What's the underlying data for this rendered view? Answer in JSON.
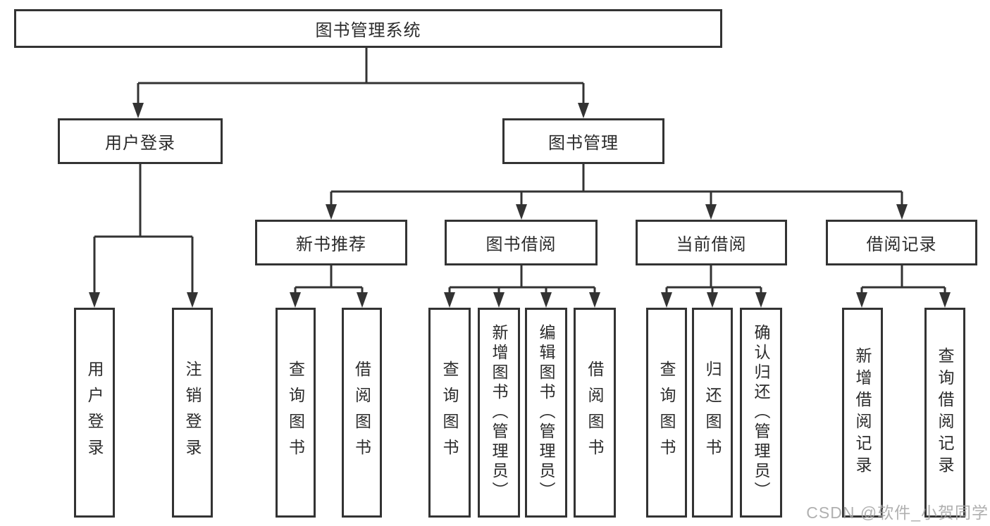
{
  "diagram": {
    "type": "hierarchy",
    "root": {
      "label": "图书管理系统"
    },
    "branches": [
      {
        "label": "用户登录",
        "children": [
          {
            "label": "用户登录"
          },
          {
            "label": "注销登录"
          }
        ]
      },
      {
        "label": "图书管理",
        "children": [
          {
            "label": "新书推荐",
            "children": [
              {
                "label": "查询图书"
              },
              {
                "label": "借阅图书"
              }
            ]
          },
          {
            "label": "图书借阅",
            "children": [
              {
                "label": "查询图书"
              },
              {
                "label": "新增图书（管理员）"
              },
              {
                "label": "编辑图书（管理员）"
              },
              {
                "label": "借阅图书"
              }
            ]
          },
          {
            "label": "当前借阅",
            "children": [
              {
                "label": "查询图书"
              },
              {
                "label": "归还图书"
              },
              {
                "label": "确认归还（管理员）"
              }
            ]
          },
          {
            "label": "借阅记录",
            "children": [
              {
                "label": "新增借阅记录"
              },
              {
                "label": "查询借阅记录"
              }
            ]
          }
        ]
      }
    ]
  },
  "colors": {
    "line": "#333333",
    "box_border": "#333333",
    "text": "#2b2b2b",
    "background": "#ffffff",
    "watermark": "#a5a5a5"
  },
  "watermark": {
    "text": "CSDN @软件_小贺同学"
  }
}
